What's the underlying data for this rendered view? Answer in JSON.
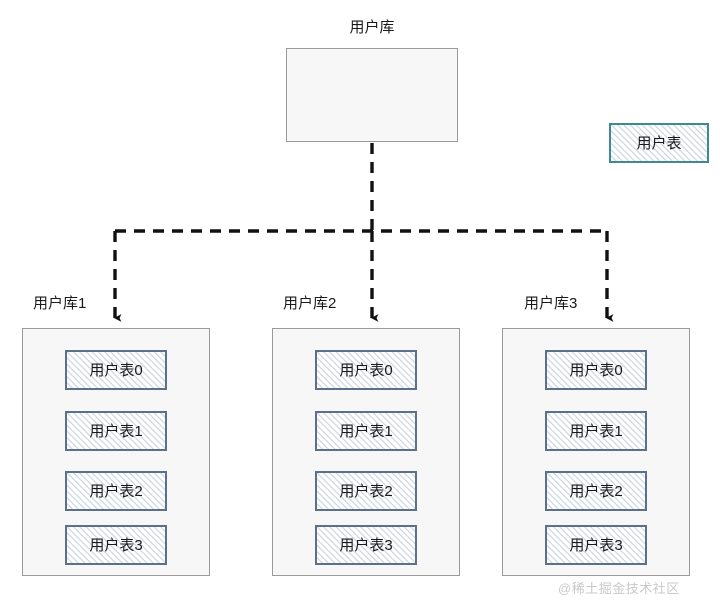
{
  "diagram": {
    "title": "用户库",
    "root": {
      "label": "用户库",
      "table": {
        "label": "用户表"
      }
    },
    "shards": [
      {
        "label": "用户库1",
        "tables": [
          {
            "label": "用户表0"
          },
          {
            "label": "用户表1"
          },
          {
            "label": "用户表2"
          },
          {
            "label": "用户表3"
          }
        ]
      },
      {
        "label": "用户库2",
        "tables": [
          {
            "label": "用户表0"
          },
          {
            "label": "用户表1"
          },
          {
            "label": "用户表2"
          },
          {
            "label": "用户表3"
          }
        ]
      },
      {
        "label": "用户库3",
        "tables": [
          {
            "label": "用户表0"
          },
          {
            "label": "用户表1"
          },
          {
            "label": "用户表2"
          },
          {
            "label": "用户表3"
          }
        ]
      }
    ],
    "connectors": {
      "style": "dashed",
      "arrow": "down-arrowhead",
      "color": "#111111"
    },
    "colors": {
      "root_table_border": "#3f8a91",
      "shard_table_border": "#5c708a",
      "frame_border": "#9a9a9a",
      "frame_fill": "#f7f7f7",
      "hatch": "#d3dce6",
      "text": "#1a1a1a",
      "watermark": "#c9c9c9"
    }
  },
  "watermark": {
    "text": "@稀土掘金技术社区"
  }
}
